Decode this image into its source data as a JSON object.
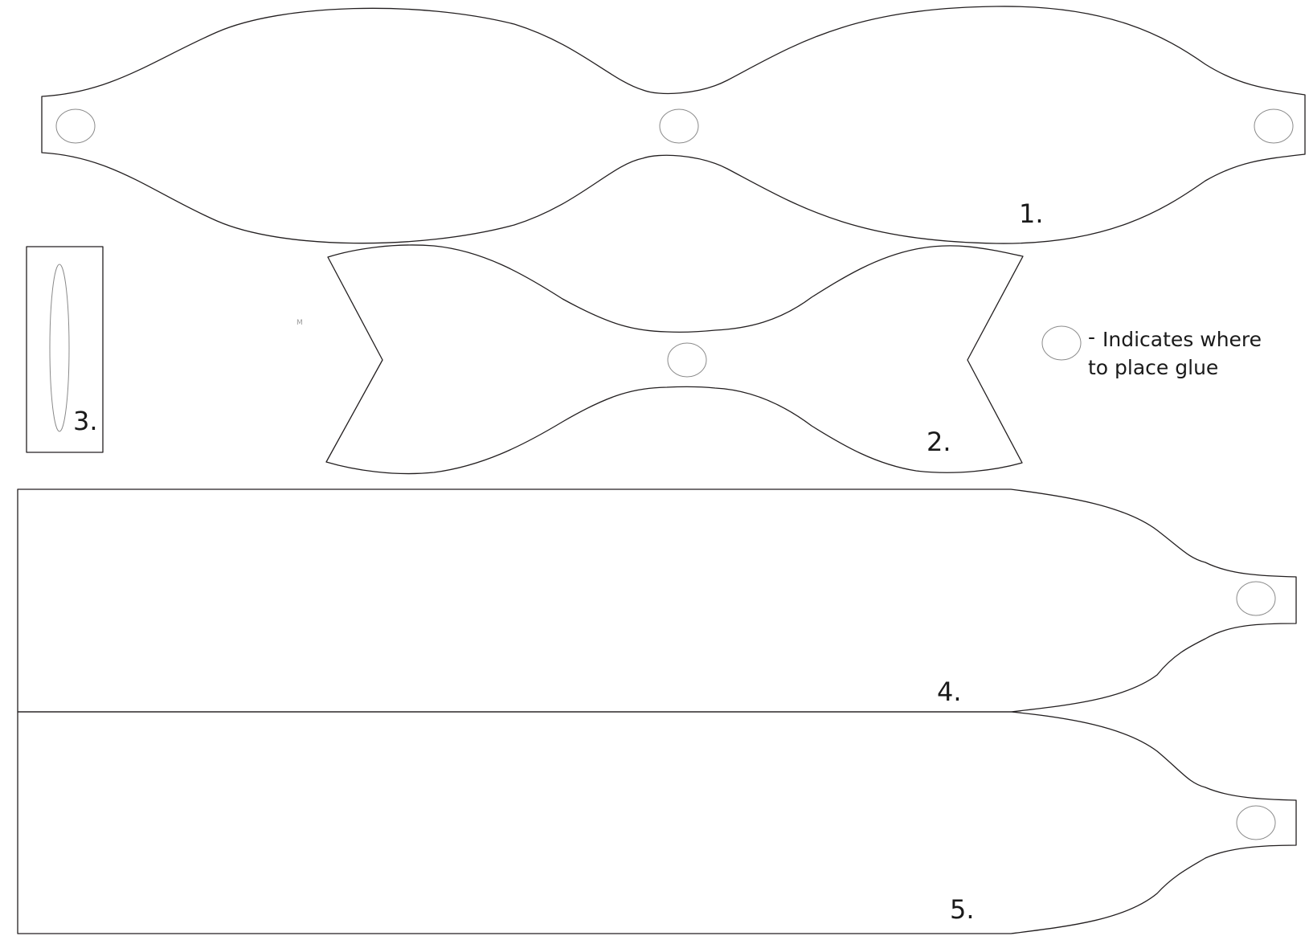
{
  "pieces": [
    {
      "id": "piece-1",
      "label": "1."
    },
    {
      "id": "piece-2",
      "label": "2."
    },
    {
      "id": "piece-3",
      "label": "3."
    },
    {
      "id": "piece-4",
      "label": "4."
    },
    {
      "id": "piece-5",
      "label": "5."
    }
  ],
  "legend": {
    "dash": "-",
    "line1": "Indicates where",
    "line2": "to place glue"
  },
  "stray_mark": "M",
  "colors": {
    "outline": "#231f20",
    "glue_marker": "#8a8a8a",
    "background": "#ffffff"
  }
}
